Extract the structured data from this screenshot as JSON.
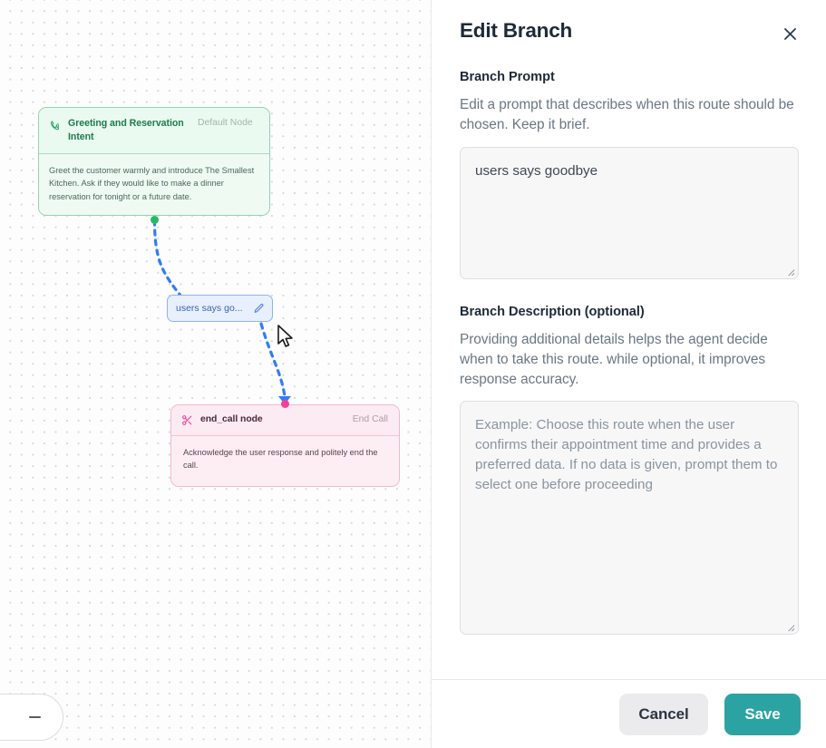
{
  "canvas": {
    "zoom_control": {
      "icon": "minus-icon",
      "label": ""
    },
    "nodes": [
      {
        "id": "greeting",
        "icon": "phone-call-icon",
        "title": "Greeting and Reservation Intent",
        "badge": "Default Node",
        "body": "Greet the customer warmly and introduce The Smallest Kitchen. Ask if they would like to make a dinner reservation for tonight or a future date.",
        "accent": "#22bb66"
      },
      {
        "id": "endcall",
        "icon": "scissors-icon",
        "title": "end_call node",
        "badge": "End Call",
        "body": "Acknowledge the user response and politely end the call.",
        "accent": "#f5409a"
      }
    ],
    "branch_chip": {
      "label": "users says go...",
      "edit_icon": "pencil-icon"
    },
    "edge": {
      "style": "dashed",
      "color": "#2f7df6",
      "source_handle_color": "#22bb66",
      "target_handle_color": "#f5409a"
    }
  },
  "panel": {
    "title": "Edit Branch",
    "close_icon": "close-icon",
    "prompt": {
      "label": "Branch Prompt",
      "help": "Edit a prompt that describes when this route should be chosen. Keep it brief.",
      "value": "users says goodbye",
      "placeholder": ""
    },
    "description": {
      "label": "Branch Description (optional)",
      "help": "Providing additional details helps the agent decide when to take this route. while optional, it improves response accuracy.",
      "value": "",
      "placeholder": "Example: Choose this route when the user confirms their appointment time and provides a preferred data. If no data is given, prompt them to select one before proceeding"
    },
    "footer": {
      "cancel_label": "Cancel",
      "save_label": "Save",
      "save_color": "#2ba3a3"
    }
  }
}
